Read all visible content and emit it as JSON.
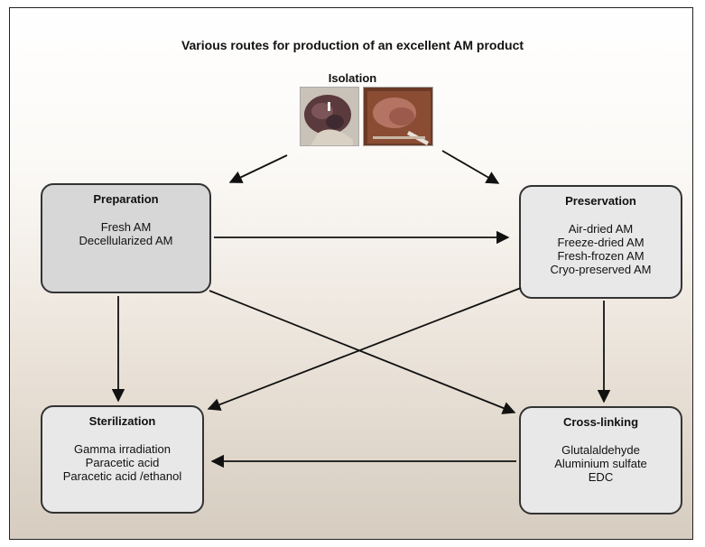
{
  "title": "Various routes for production of an excellent AM product",
  "isolation": {
    "label": "Isolation",
    "images": [
      {
        "description_icon": "amnion-tissue-photo-1"
      },
      {
        "description_icon": "amnion-tissue-photo-2"
      }
    ]
  },
  "nodes": {
    "preparation": {
      "title": "Preparation",
      "items": [
        "Fresh AM",
        "Decellularized AM"
      ]
    },
    "preservation": {
      "title": "Preservation",
      "items": [
        "Air-dried AM",
        "Freeze-dried AM",
        "Fresh-frozen AM",
        "Cryo-preserved AM"
      ]
    },
    "sterilization": {
      "title": "Sterilization",
      "items": [
        "Gamma irradiation",
        "Paracetic acid",
        "Paracetic acid /ethanol"
      ]
    },
    "crosslinking": {
      "title": "Cross-linking",
      "items": [
        "Glutalaldehyde",
        "Aluminium sulfate",
        "EDC"
      ]
    }
  },
  "edges": [
    {
      "from": "isolation",
      "to": "preparation"
    },
    {
      "from": "isolation",
      "to": "preservation"
    },
    {
      "from": "preparation",
      "to": "preservation"
    },
    {
      "from": "preparation",
      "to": "sterilization"
    },
    {
      "from": "preparation",
      "to": "crosslinking"
    },
    {
      "from": "preservation",
      "to": "sterilization"
    },
    {
      "from": "preservation",
      "to": "crosslinking"
    },
    {
      "from": "crosslinking",
      "to": "sterilization"
    }
  ],
  "colors": {
    "box_dark": "#d7d7d7",
    "box_light": "#e8e8e8",
    "arrow": "#111111"
  }
}
